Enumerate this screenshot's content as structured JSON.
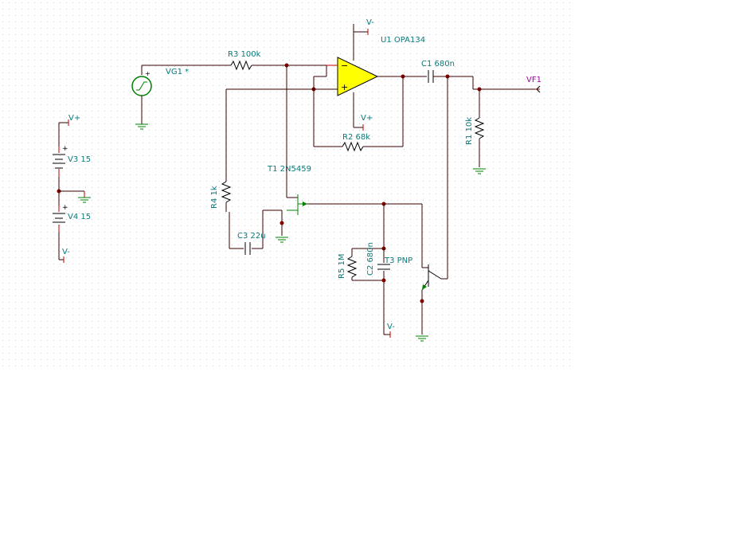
{
  "schematic": {
    "labels": {
      "u1": "U1 OPA134",
      "u1_vminus": "V-",
      "u1_vplus": "V+",
      "vg1": "VG1 *",
      "r3": "R3 100k",
      "r2": "R2 68k",
      "c1": "C1 680n",
      "vf1": "VF1",
      "r1": "R1 10k",
      "v3": "V3 15",
      "v4": "V4 15",
      "v3_plus": "V+",
      "v4_minus": "V-",
      "t1": "T1 2N5459",
      "r4": "R4 1k",
      "c3": "C3 22u",
      "r5": "R5 1M",
      "c2": "C2 680n",
      "t3": "T3 PNP",
      "t3_vminus": "V-"
    },
    "colors": {
      "wire": "#3a0000",
      "label": "#0a7a7a",
      "opamp_fill": "#ffff00",
      "grid_dot": "#c8c8c8",
      "net_label": "#a000a0"
    }
  }
}
